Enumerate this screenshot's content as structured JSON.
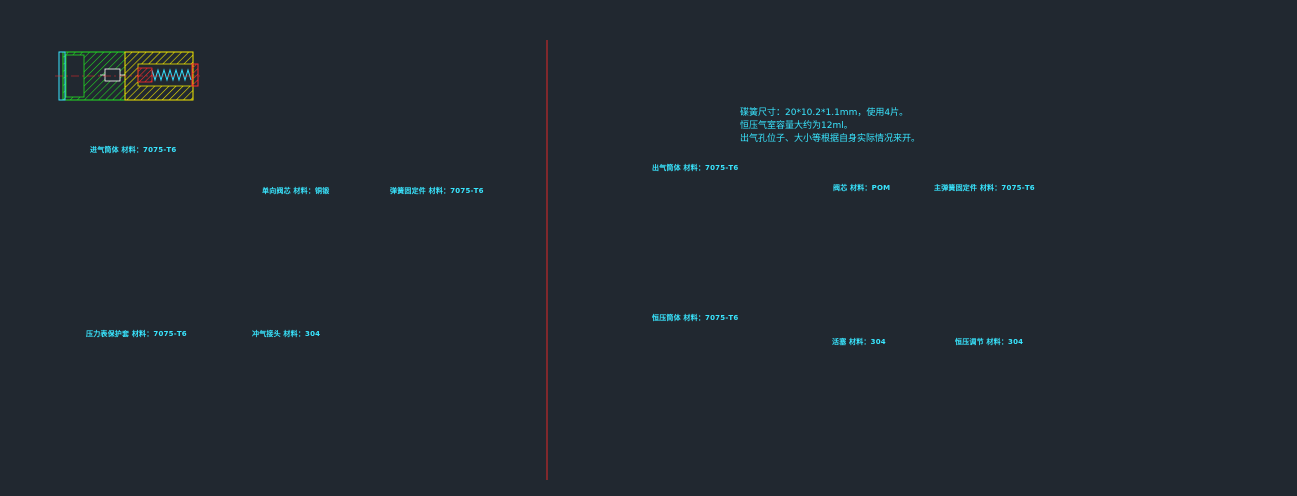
{
  "drawing": {
    "background": "#212830",
    "colors": {
      "outline": "#ffffff",
      "dimension": "#22e022",
      "label": "#39e6ff",
      "center_line": "#ff2a2a",
      "divider": "#c0282a",
      "spring": "#35e0ff",
      "yellow_part": "#f2e800",
      "magenta_part": "#ff2aff",
      "blue_part": "#2a3cff"
    },
    "labels": {
      "intake_body": "进气筒体  材料：7075-T6",
      "check_valve": "单向阀芯  材料：铜锻",
      "spring_seat": "弹簧固定件  材料：7075-T6",
      "pressure_cover": "压力表保护套  材料：7075-T6",
      "bleed_nozzle": "冲气接头  材料：304",
      "outlet_body": "出气筒体  材料：7075-T6",
      "valve_core": "阀芯  材料：POM",
      "main_spring_seat": "主弹簧固定件  材料：7075-T6",
      "regulator_body": "恒压筒体  材料：7075-T6",
      "piston": "活塞  材料：304",
      "regulator_adjust": "恒压调节  材料：304"
    },
    "notes": [
      "碟簧尺寸：20*10.2*1.1mm，使用4片。",
      "恒压气室容量大约为12ml。",
      "出气孔位子、大小等根据自身实际情况来开。"
    ]
  }
}
